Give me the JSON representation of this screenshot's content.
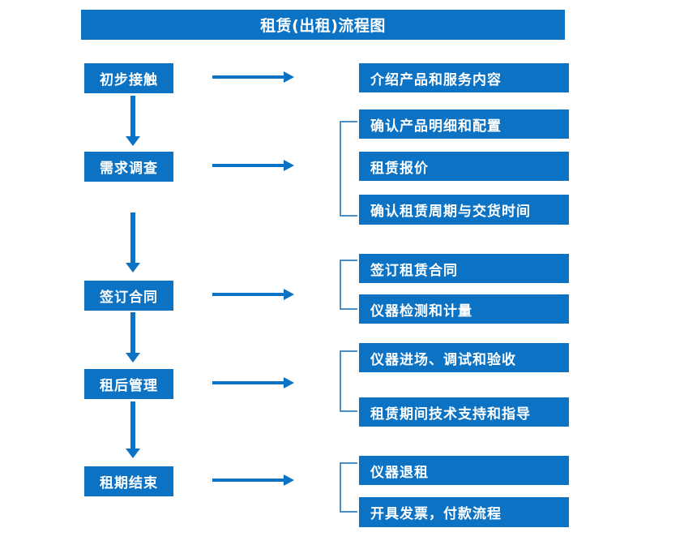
{
  "diagram": {
    "title": "租赁(出租)流程图",
    "colors": {
      "box_fill": "#0B72C4",
      "box_text": "#FFFFFF",
      "arrow": "#0B72C4",
      "bracket": "#4A90C8",
      "background": "#FFFFFF"
    },
    "stages": [
      {
        "label": "初步接触",
        "arrow_icon": "right-arrow-icon",
        "bracket": false,
        "details": [
          "介绍产品和服务内容"
        ]
      },
      {
        "label": "需求调查",
        "arrow_icon": "right-arrow-icon",
        "bracket": true,
        "details": [
          "确认产品明细和配置",
          "租赁报价",
          "确认租赁周期与交货时间"
        ]
      },
      {
        "label": "签订合同",
        "arrow_icon": "right-arrow-icon",
        "bracket": true,
        "details": [
          "签订租赁合同",
          "仪器检测和计量"
        ]
      },
      {
        "label": "租后管理",
        "arrow_icon": "right-arrow-icon",
        "bracket": true,
        "details": [
          "仪器进场、调试和验收",
          "租赁期间技术支持和指导"
        ]
      },
      {
        "label": "租期结束",
        "arrow_icon": "right-arrow-icon",
        "bracket": true,
        "details": [
          "仪器退租",
          "开具发票，付款流程"
        ]
      }
    ],
    "connectors": [
      {
        "icon": "down-arrow-icon",
        "from": "初步接触",
        "to": "需求调查"
      },
      {
        "icon": "down-arrow-icon",
        "from": "需求调查",
        "to": "签订合同"
      },
      {
        "icon": "down-arrow-icon",
        "from": "签订合同",
        "to": "租后管理"
      },
      {
        "icon": "down-arrow-icon",
        "from": "租后管理",
        "to": "租期结束"
      }
    ]
  }
}
